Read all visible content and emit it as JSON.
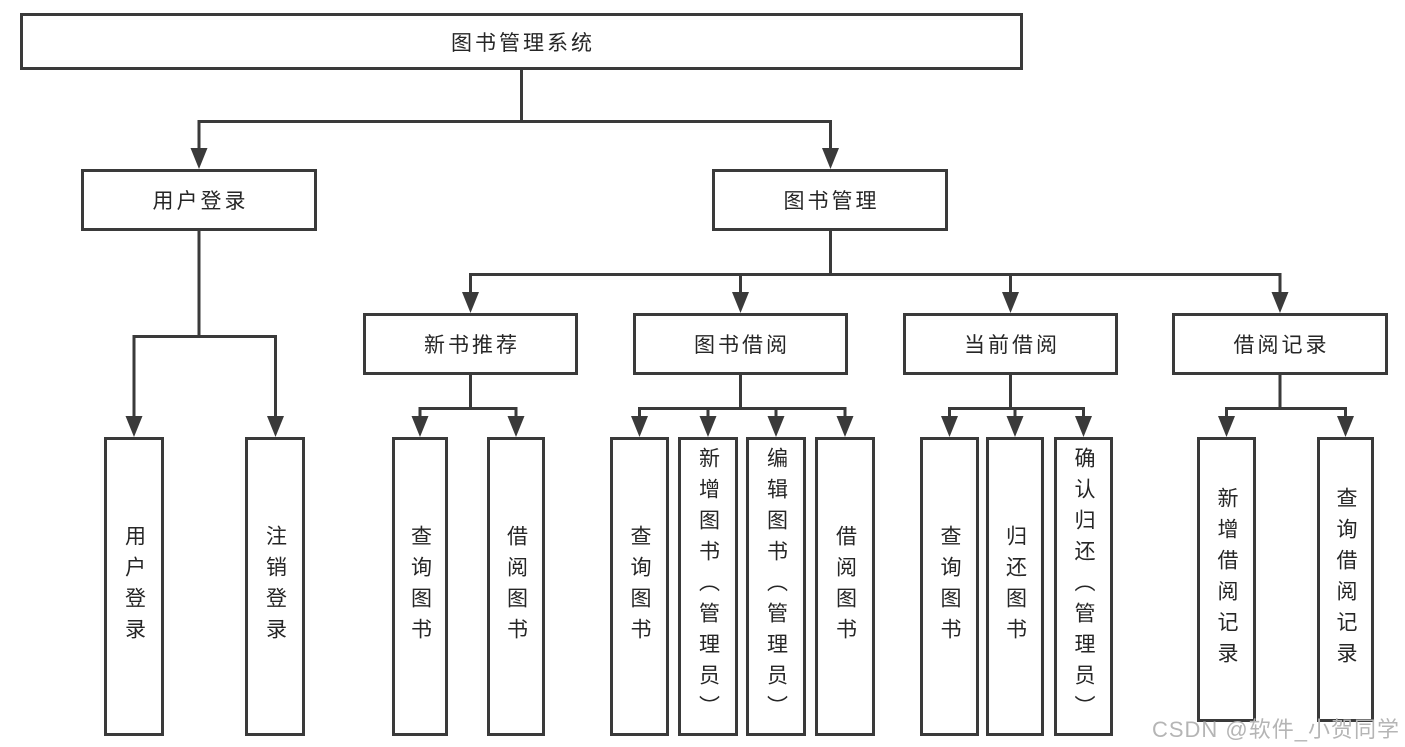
{
  "diagram": {
    "type": "tree",
    "root": {
      "label": "图书管理系统"
    },
    "branches": [
      {
        "label": "用户登录",
        "children": [
          {
            "label": "用户登录"
          },
          {
            "label": "注销登录"
          }
        ]
      },
      {
        "label": "图书管理",
        "children": [
          {
            "label": "新书推荐",
            "children": [
              {
                "label": "查询图书"
              },
              {
                "label": "借阅图书"
              }
            ]
          },
          {
            "label": "图书借阅",
            "children": [
              {
                "label": "查询图书"
              },
              {
                "label": "新增图书（管理员）"
              },
              {
                "label": "编辑图书（管理员）"
              },
              {
                "label": "借阅图书"
              }
            ]
          },
          {
            "label": "当前借阅",
            "children": [
              {
                "label": "查询图书"
              },
              {
                "label": "归还图书"
              },
              {
                "label": "确认归还（管理员）"
              }
            ]
          },
          {
            "label": "借阅记录",
            "children": [
              {
                "label": "新增借阅记录"
              },
              {
                "label": "查询借阅记录"
              }
            ]
          }
        ]
      }
    ],
    "colors": {
      "line": "#3a3a3a",
      "box_border": "#3a3a3a",
      "text": "#262626",
      "background": "#ffffff",
      "watermark": "#b5b5b5"
    },
    "watermark": "CSDN @软件_小贺同学"
  }
}
